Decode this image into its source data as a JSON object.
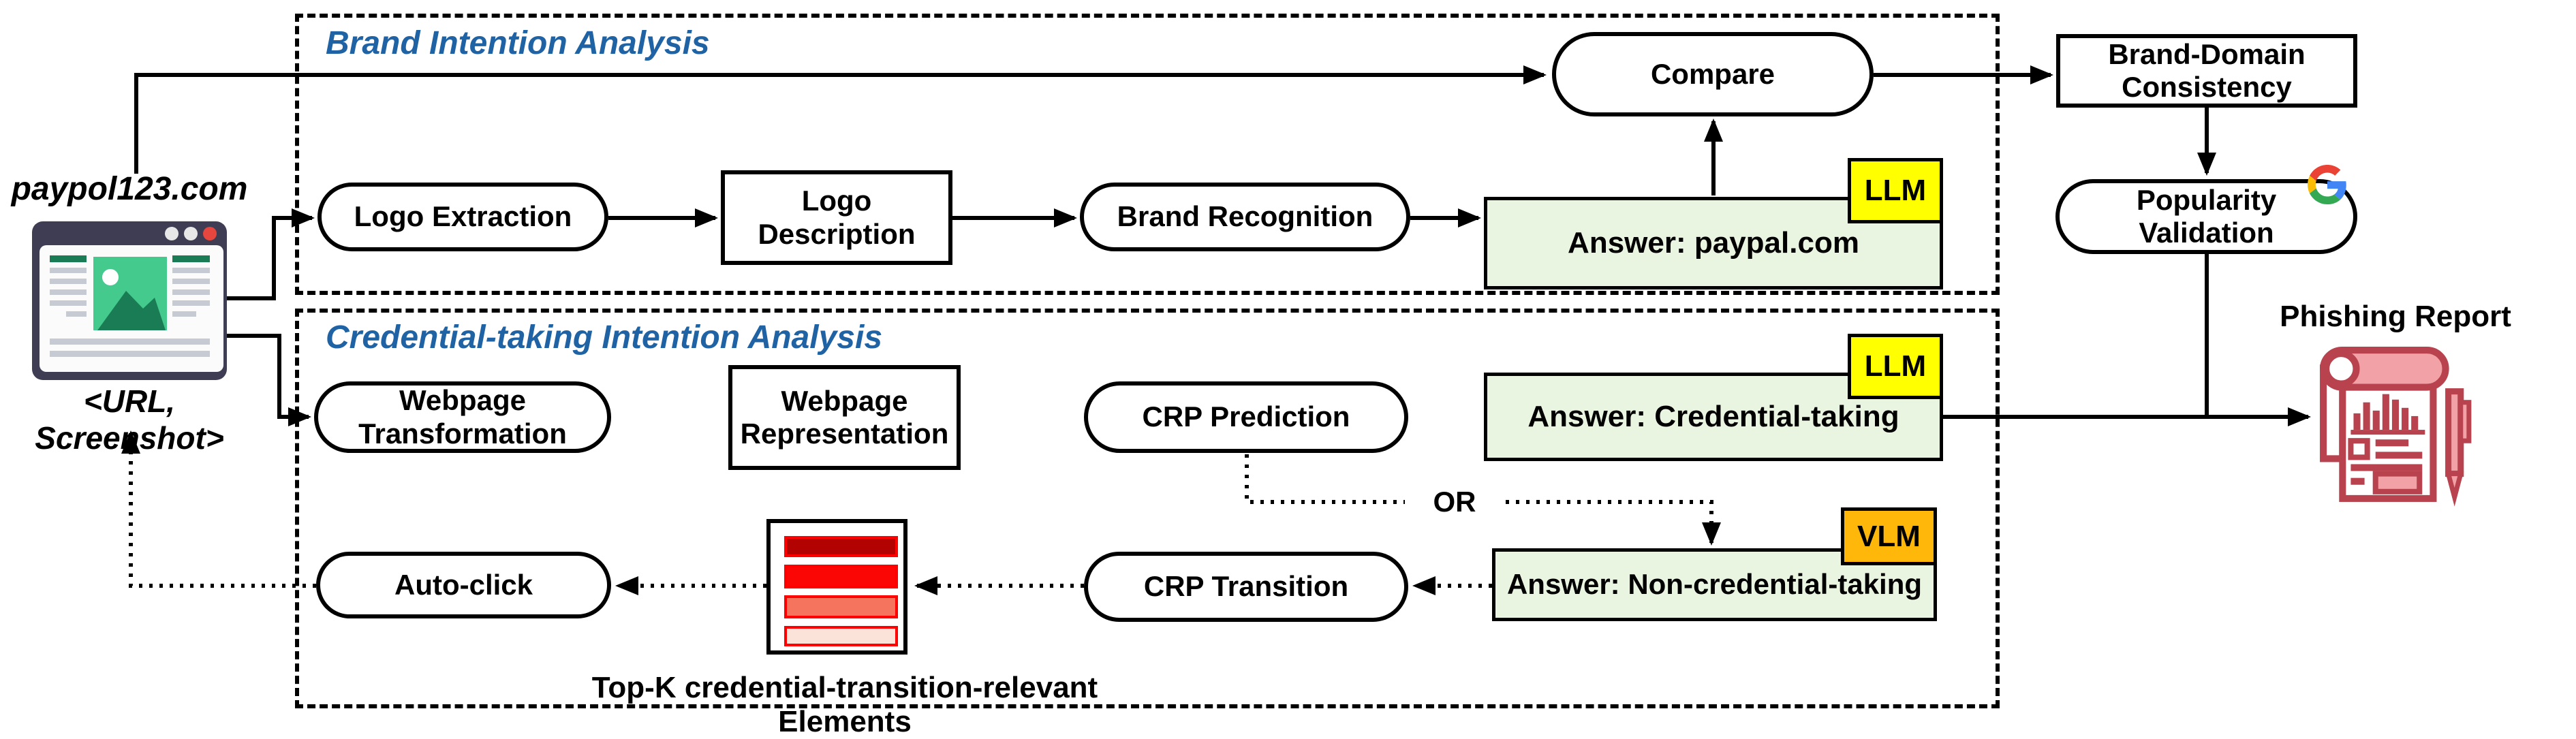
{
  "diagram": {
    "input": {
      "domain_label": "paypol123.com",
      "caption": "<URL, Screenshot>"
    },
    "sections": {
      "brand": {
        "title": "Brand Intention Analysis"
      },
      "credential": {
        "title": "Credential-taking Intention Analysis"
      }
    },
    "nodes": {
      "logo_extraction": "Logo Extraction",
      "logo_description": "Logo Description",
      "brand_recognition": "Brand Recognition",
      "answer_brand": "Answer: paypal.com",
      "compare": "Compare",
      "brand_domain_consistency": "Brand-Domain Consistency",
      "popularity_validation": "Popularity Validation",
      "webpage_transformation": "Webpage Transformation",
      "webpage_representation": "Webpage Representation",
      "crp_prediction": "CRP Prediction",
      "answer_credential": "Answer: Credential-taking",
      "answer_non_credential": "Answer: Non-credential-taking",
      "crp_transition": "CRP Transition",
      "auto_click": "Auto-click"
    },
    "badges": {
      "llm": "LLM",
      "vlm": "VLM"
    },
    "labels": {
      "or": "OR",
      "top_k": "Top-K credential-transition-relevant Elements",
      "report": "Phishing Report"
    },
    "icons": {
      "browser": "browser-screenshot-icon",
      "google": "google-g-icon",
      "report": "phishing-report-scroll-icon"
    },
    "colors": {
      "answer_bg": "#EAF5E1",
      "llm_bg": "#FFFF00",
      "vlm_bg": "#FFB70A",
      "section_title": "#1F63A5",
      "report_red": "#B8434E",
      "report_pink": "#F2A2A7",
      "bar_border": "#FF0000",
      "bar1": "#B30202",
      "bar2": "#FB0505",
      "bar3": "#F4745E",
      "bar4": "#FBE3DA",
      "browser_header": "#3E3D54",
      "browser_green": "#44CA8C",
      "browser_dark_green": "#1A7C55"
    }
  }
}
